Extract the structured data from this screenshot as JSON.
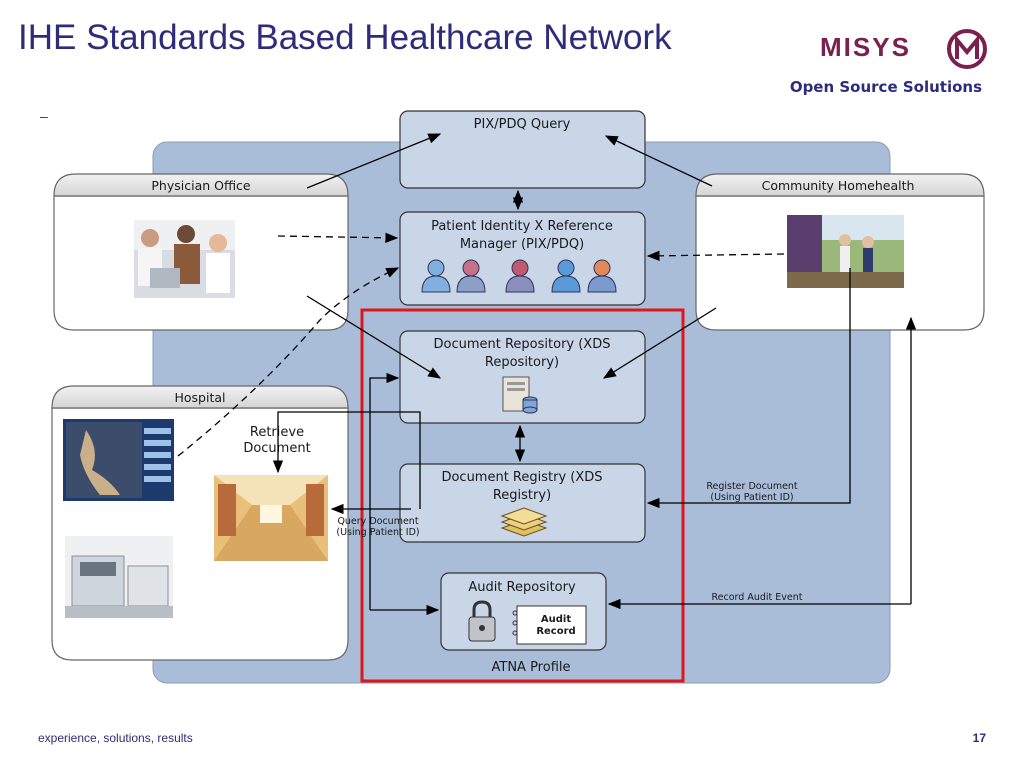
{
  "slide": {
    "title": "IHE Standards Based Healthcare Network",
    "logo_text": "MISYS",
    "tagline": "Open Source Solutions",
    "dash": "–",
    "footer": "experience, solutions, results",
    "page_number": "17"
  },
  "diagram": {
    "physician_office": "Physician Office",
    "community_homehealth": "Community Homehealth",
    "hospital": "Hospital",
    "pix_pdq_query": "PIX/PDQ Query",
    "pix_manager_line1": "Patient Identity X Reference",
    "pix_manager_line2": "Manager (PIX/PDQ)",
    "repository_line1": "Document Repository (XDS",
    "repository_line2": "Repository)",
    "registry_line1": "Document Registry (XDS",
    "registry_line2": "Registry)",
    "audit_repository": "Audit Repository",
    "audit_record_line1": "Audit",
    "audit_record_line2": "Record",
    "atna_profile": "ATNA Profile",
    "retrieve_line1": "Retrieve",
    "retrieve_line2": "Document",
    "query_line1": "Query Document",
    "query_line2": "(Using Patient ID)",
    "register_line1": "Register Document",
    "register_line2": "(Using Patient ID)",
    "record_audit_event": "Record Audit Event"
  },
  "colors": {
    "title": "#2e2b7a",
    "background_panel": "#a9bdd8",
    "node_fill": "#c8d6e8",
    "atna_border": "#e0161b",
    "logo": "#7a1f4e"
  }
}
